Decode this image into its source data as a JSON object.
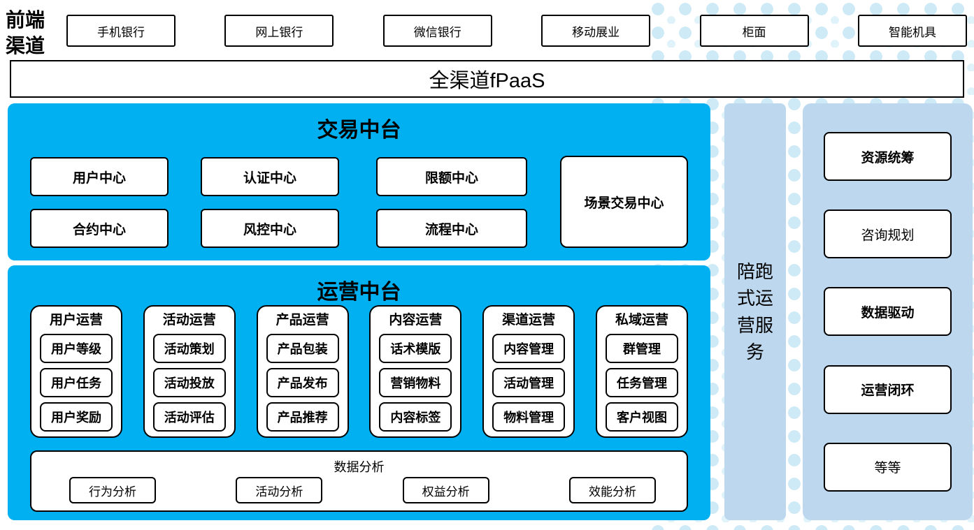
{
  "front_channels": {
    "label": "前端渠道",
    "items": [
      "手机银行",
      "网上银行",
      "微信银行",
      "移动展业",
      "柜面",
      "智能机具"
    ]
  },
  "fpaas_bar": {
    "label": "全渠道fPaaS"
  },
  "trade_platform": {
    "title": "交易中台",
    "row1": [
      "用户中心",
      "认证中心",
      "限额中心"
    ],
    "row2": [
      "合约中心",
      "风控中心",
      "流程中心"
    ],
    "scene_box": "场景交易中心"
  },
  "operation_platform": {
    "title": "运营中台",
    "groups": [
      {
        "title": "用户运营",
        "items": [
          "用户等级",
          "用户任务",
          "用户奖励"
        ]
      },
      {
        "title": "活动运营",
        "items": [
          "活动策划",
          "活动投放",
          "活动评估"
        ]
      },
      {
        "title": "产品运营",
        "items": [
          "产品包装",
          "产品发布",
          "产品推荐"
        ]
      },
      {
        "title": "内容运营",
        "items": [
          "话术模版",
          "营销物料",
          "内容标签"
        ]
      },
      {
        "title": "渠道运营",
        "items": [
          "内容管理",
          "活动管理",
          "物料管理"
        ]
      },
      {
        "title": "私域运营",
        "items": [
          "群管理",
          "任务管理",
          "客户视图"
        ]
      }
    ],
    "data_analysis": {
      "title": "数据分析",
      "items": [
        "行为分析",
        "活动分析",
        "权益分析",
        "效能分析"
      ]
    }
  },
  "side_service_bar": {
    "label": "陪跑式运营服务"
  },
  "right_panel": {
    "items": [
      {
        "label": "资源统筹",
        "bold": true
      },
      {
        "label": "咨询规划",
        "bold": false
      },
      {
        "label": "数据驱动",
        "bold": true
      },
      {
        "label": "运营闭环",
        "bold": true
      },
      {
        "label": "等等",
        "bold": false
      }
    ]
  },
  "colors": {
    "primary_blue": "#00B0F0",
    "light_blue": "#BDD7EE",
    "dot_color": "#CFEAF7"
  }
}
